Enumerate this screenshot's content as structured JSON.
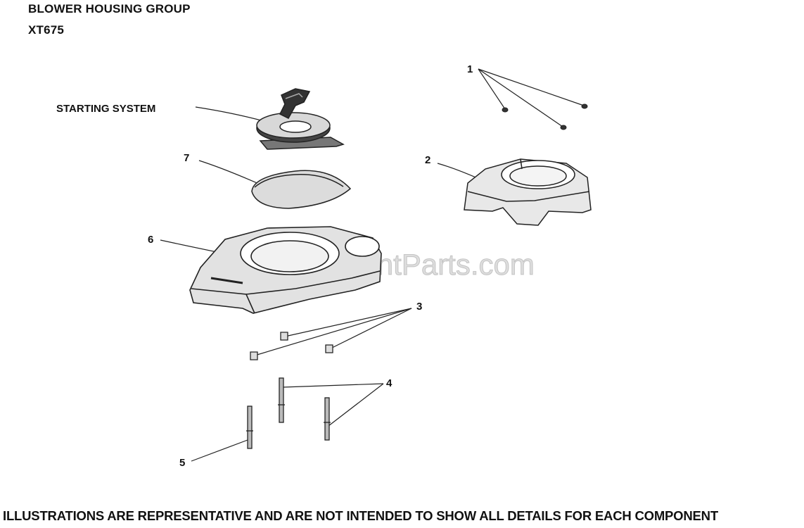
{
  "title": "BLOWER HOUSING GROUP",
  "model": "XT675",
  "watermark": "eReplacementParts.com",
  "callouts": {
    "starting_system": "STARTING SYSTEM",
    "c1": "1",
    "c2": "2",
    "c3": "3",
    "c4": "4",
    "c5": "5",
    "c6": "6",
    "c7": "7"
  },
  "footer": "ILLUSTRATIONS ARE REPRESENTATIVE AND ARE NOT INTENDED TO SHOW ALL DETAILS FOR EACH COMPONENT",
  "colors": {
    "line": "#222222",
    "fill_light": "#e6e6e6",
    "fill_dark": "#555555"
  }
}
